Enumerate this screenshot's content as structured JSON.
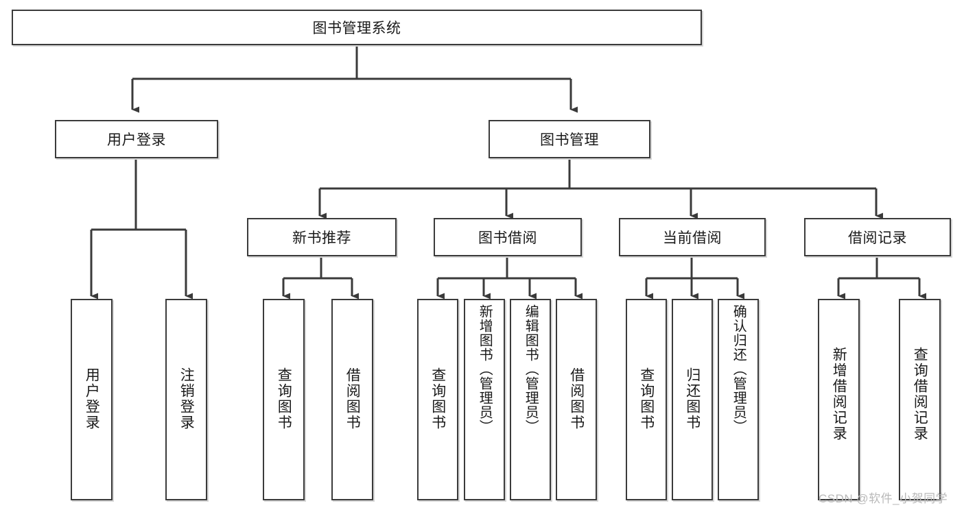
{
  "diagram": {
    "title": "图书管理系统",
    "watermark": "CSDN @软件_小贺同学",
    "colors": {
      "border": "#3a3a3a",
      "background": "#ffffff",
      "text": "#1a1a1a",
      "shadow": "#d6d6d6",
      "watermark": "#b9b9b9"
    },
    "root": {
      "label": "图书管理系统"
    },
    "level2": [
      {
        "label": "用户登录"
      },
      {
        "label": "图书管理"
      }
    ],
    "level3": [
      {
        "label": "新书推荐"
      },
      {
        "label": "图书借阅"
      },
      {
        "label": "当前借阅"
      },
      {
        "label": "借阅记录"
      }
    ],
    "leaves": {
      "user_login": [
        {
          "label": "用户登录"
        },
        {
          "label": "注销登录"
        }
      ],
      "new_book": [
        {
          "label": "查询图书"
        },
        {
          "label": "借阅图书"
        }
      ],
      "book_borrow": [
        {
          "label": "查询图书"
        },
        {
          "label": "新增图书（管理员）"
        },
        {
          "label": "编辑图书（管理员）"
        },
        {
          "label": "借阅图书"
        }
      ],
      "current_borrow": [
        {
          "label": "查询图书"
        },
        {
          "label": "归还图书"
        },
        {
          "label": "确认归还（管理员）"
        }
      ],
      "borrow_record": [
        {
          "label": "新增借阅记录"
        },
        {
          "label": "查询借阅记录"
        }
      ]
    }
  }
}
